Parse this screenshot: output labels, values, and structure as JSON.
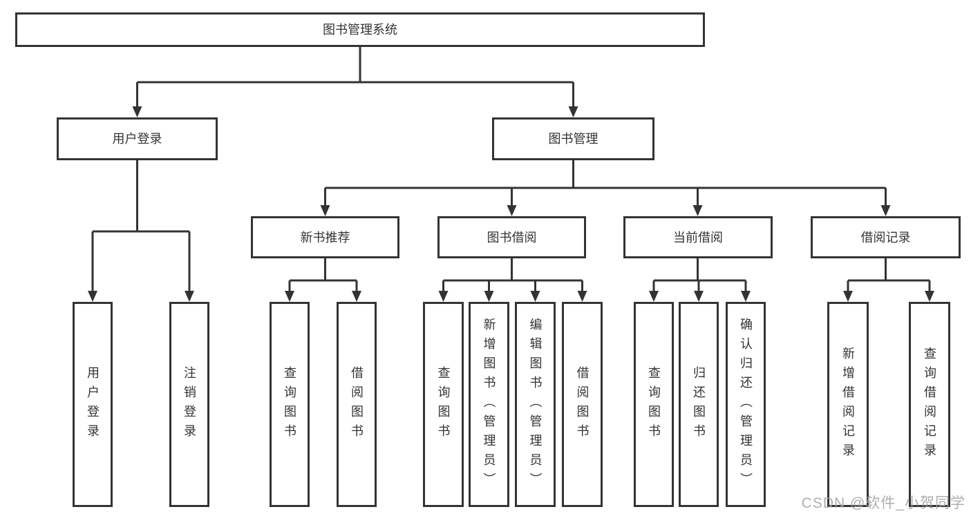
{
  "diagram": {
    "title": "图书管理系统",
    "branches": [
      {
        "label": "用户登录",
        "children": [
          {
            "label": "用户登录"
          },
          {
            "label": "注销登录"
          }
        ]
      },
      {
        "label": "图书管理",
        "children": [
          {
            "label": "新书推荐",
            "children": [
              {
                "label": "查询图书"
              },
              {
                "label": "借阅图书"
              }
            ]
          },
          {
            "label": "图书借阅",
            "children": [
              {
                "label": "查询图书"
              },
              {
                "label": "新增图书（管理员）"
              },
              {
                "label": "编辑图书（管理员）"
              },
              {
                "label": "借阅图书"
              }
            ]
          },
          {
            "label": "当前借阅",
            "children": [
              {
                "label": "查询图书"
              },
              {
                "label": "归还图书"
              },
              {
                "label": "确认归还（管理员）"
              }
            ]
          },
          {
            "label": "借阅记录",
            "children": [
              {
                "label": "新增借阅记录"
              },
              {
                "label": "查询借阅记录"
              }
            ]
          }
        ]
      }
    ]
  },
  "watermark": {
    "text": "CSDN @软件_小贺同学"
  },
  "colors": {
    "line": "#333333",
    "box_border": "#333333",
    "text": "#333333",
    "watermark": "#a5a5a5",
    "background": "#ffffff"
  }
}
